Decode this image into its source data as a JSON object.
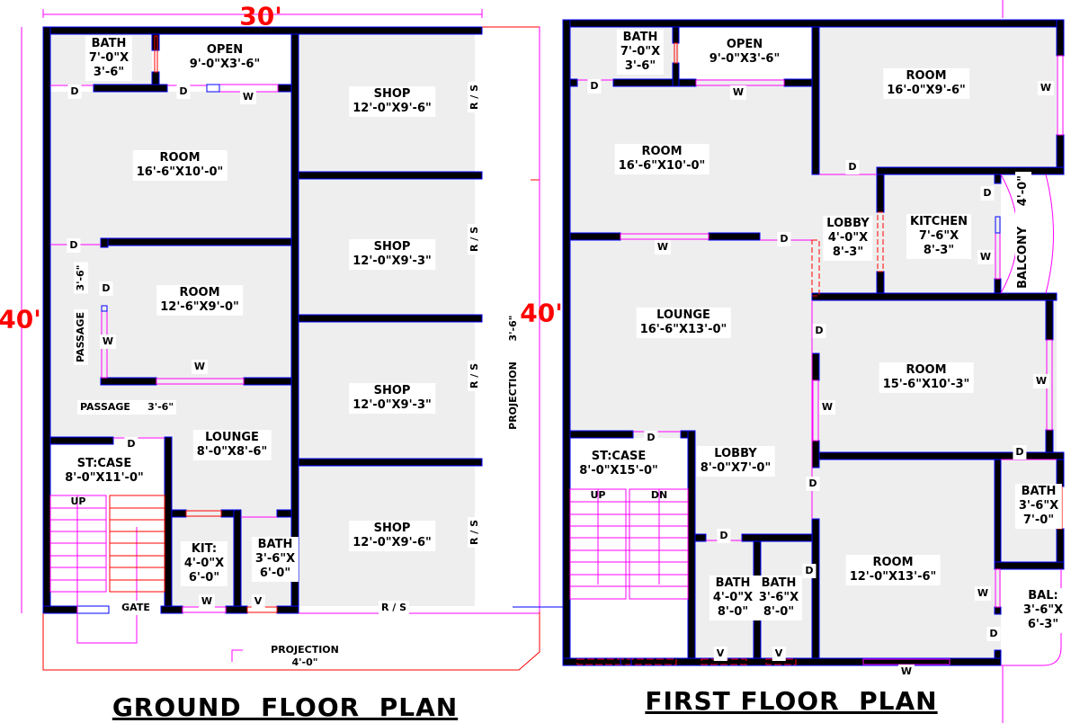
{
  "ground_floor": {
    "title": "GROUND  FLOOR  PLAN",
    "width_dim": "30'",
    "height_dim": "40'",
    "rooms": [
      {
        "name": "BATH",
        "size": "7'-0\"X\n3'-6\""
      },
      {
        "name": "OPEN",
        "size": "9'-0\"X3'-6\""
      },
      {
        "name": "ROOM",
        "size": "16'-6\"X10'-0\""
      },
      {
        "name": "ROOM",
        "size": "12'-6\"X9'-0\""
      },
      {
        "name": "LOUNGE",
        "size": "8'-0\"X8'-6\""
      },
      {
        "name": "ST:CASE",
        "size": "8'-0\"X11'-0\""
      },
      {
        "name": "KIT:",
        "size": "4'-0\"X\n6'-0\""
      },
      {
        "name": "BATH",
        "size": "3'-6\"X\n6'-0\""
      },
      {
        "name": "SHOP",
        "size": "12'-0\"X9'-6\""
      },
      {
        "name": "SHOP",
        "size": "12'-0\"X9'-3\""
      },
      {
        "name": "SHOP",
        "size": "12'-0\"X9'-3\""
      },
      {
        "name": "SHOP",
        "size": "12'-0\"X9'-6\""
      }
    ],
    "passage_h": "PASSAGE     3'-6\"",
    "passage_v": "PASSAGE",
    "passage_v_dim": "3'-6\"",
    "gate": "GATE",
    "up": "UP",
    "rs": "R / S",
    "projection": "PROJECTION",
    "projection_dim": "4'-0\"",
    "side_projection": "PROJECTION",
    "side_projection_dim": "3'-6\""
  },
  "first_floor": {
    "title": "FIRST FLOOR  PLAN",
    "height_dim": "40'",
    "rooms": [
      {
        "name": "BATH",
        "size": "7'-0\"X\n3'-6\""
      },
      {
        "name": "OPEN",
        "size": "9'-0\"X3'-6\""
      },
      {
        "name": "ROOM",
        "size": "16'-0\"X9'-6\""
      },
      {
        "name": "ROOM",
        "size": "16'-6\"X10'-0\""
      },
      {
        "name": "LOBBY",
        "size": "4'-0\"X\n8'-3\""
      },
      {
        "name": "KITCHEN",
        "size": "7'-6\"X\n8'-3\""
      },
      {
        "name": "LOUNGE",
        "size": "16'-6\"X13'-0\""
      },
      {
        "name": "ROOM",
        "size": "15'-6\"X10'-3\""
      },
      {
        "name": "ST:CASE",
        "size": "8'-0\"X15'-0\""
      },
      {
        "name": "LOBBY",
        "size": "8'-0\"X7'-0\""
      },
      {
        "name": "BATH",
        "size": "3'-6\"X\n7'-0\""
      },
      {
        "name": "BATH",
        "size": "4'-0\"X\n8'-0\""
      },
      {
        "name": "BATH",
        "size": "3'-6\"X\n8'-0\""
      },
      {
        "name": "ROOM",
        "size": "12'-0\"X13'-6\""
      },
      {
        "name": "BAL:",
        "size": "3'-6\"X\n6'-3\""
      }
    ],
    "balcony": "BALCONY     4'-0\"",
    "up": "UP",
    "dn": "DN"
  },
  "marks": {
    "door": "D",
    "window": "W",
    "ventilator": "V"
  },
  "colors": {
    "wall": "#000000",
    "wall_edge": "#0000ff",
    "opening": "#ff00ff",
    "dimension": "#ff0000",
    "floor": "#eeeeee"
  }
}
